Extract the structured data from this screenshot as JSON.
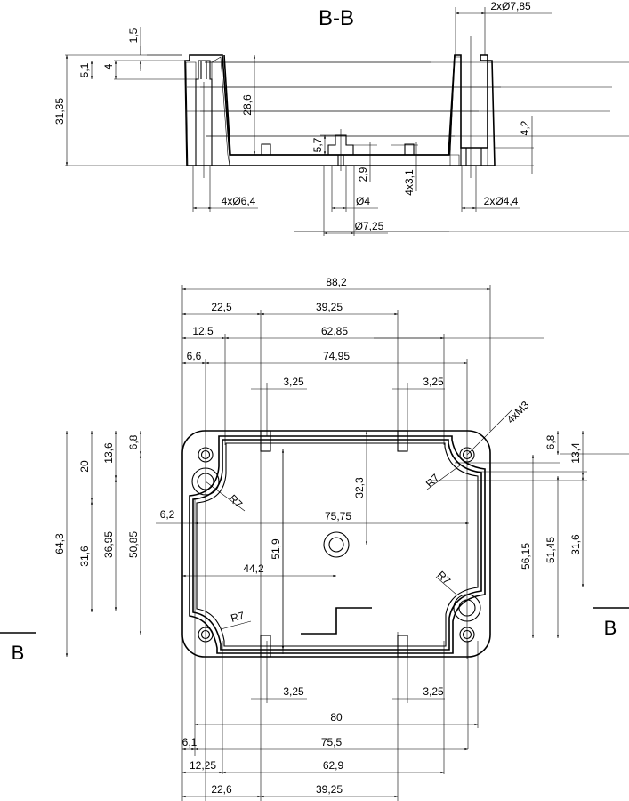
{
  "drawing": {
    "section_title": "B-B",
    "section_marker_left": "B",
    "section_marker_right": "B",
    "section_labels": {
      "height_total": "31,35",
      "d51": "5,1",
      "d4": "4",
      "d15": "1,5",
      "inner_depth": "28,6",
      "boss_h": "5,7",
      "floor": "2,9",
      "rib": "4x3,1",
      "pillar_h": "4,2",
      "hole_64": "4xØ6,4",
      "hole_4": "Ø4",
      "hole_725": "Ø7,25",
      "hole_44": "2xØ4,4",
      "hole_785": "2xØ7,85"
    },
    "plan_labels": {
      "w882": "88,2",
      "t225": "22,5",
      "t3925": "39,25",
      "t125": "12,5",
      "t6285": "62,85",
      "t66": "6,6",
      "t7495": "74,95",
      "t325a": "3,25",
      "t325b": "3,25",
      "b325a": "3,25",
      "b325b": "3,25",
      "b80": "80",
      "b61": "6,1",
      "b755": "75,5",
      "b1225": "12,25",
      "b629": "62,9",
      "b226": "22,6",
      "b3925": "39,25",
      "i7575": "75,75",
      "i62": "6,2",
      "i442": "44,2",
      "i519": "51,9",
      "i323": "32,3",
      "l643": "64,3",
      "l20": "20",
      "l316": "31,6",
      "l136": "13,6",
      "l3695": "36,95",
      "l68": "6,8",
      "l5085": "50,85",
      "r5615": "56,15",
      "r5145": "51,45",
      "r68": "6,8",
      "r134": "13,4",
      "r316": "31,6",
      "m3": "4xM3",
      "r7a": "R7",
      "r7b": "R7",
      "r7c": "R7",
      "r7d": "R7"
    }
  }
}
